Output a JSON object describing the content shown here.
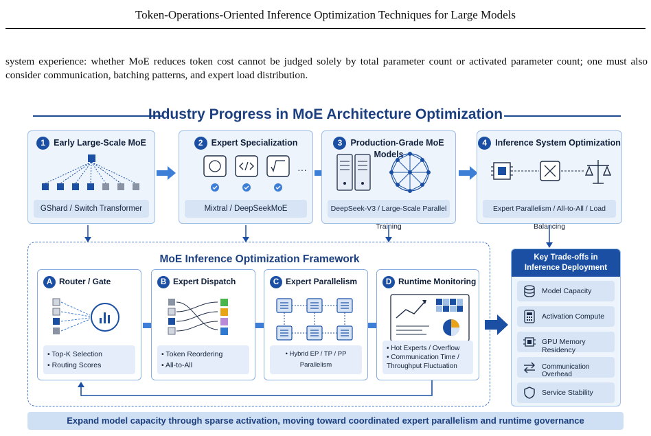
{
  "running_head": "Token-Operations-Oriented Inference Optimization Techniques for Large Models",
  "body_text": "system experience: whether MoE reduces token cost cannot be judged solely by total parameter count or activated parameter count; one must also consider communication, batching patterns, and expert load distribution.",
  "figure": {
    "title": "Industry Progress in MoE Architecture Optimization",
    "stages": [
      {
        "num": "1",
        "title": "Early Large-Scale MoE",
        "label": "GShard / Switch Transformer"
      },
      {
        "num": "2",
        "title": "Expert Specialization",
        "label": "Mixtral / DeepSeekMoE"
      },
      {
        "num": "3",
        "title": "Production-Grade MoE Models",
        "label": "DeepSeek-V3 / Large-Scale Parallel Training"
      },
      {
        "num": "4",
        "title": "Inference System Optimization",
        "label": "Expert Parallelism / All-to-All / Load Balancing"
      }
    ],
    "framework_title": "MoE Inference Optimization Framework",
    "cards": [
      {
        "letter": "A",
        "title": "Router / Gate",
        "notes": [
          "• Top-K Selection",
          "• Routing Scores"
        ]
      },
      {
        "letter": "B",
        "title": "Expert Dispatch",
        "notes": [
          "• Token Reordering",
          "• All-to-All"
        ]
      },
      {
        "letter": "C",
        "title": "Expert Parallelism",
        "notes": [
          "• Hybrid EP / TP / PP Parallelism"
        ]
      },
      {
        "letter": "D",
        "title": "Runtime Monitoring",
        "notes": [
          "• Hot Experts / Overflow",
          "• Communication Time / Throughput Fluctuation"
        ]
      }
    ],
    "tradeoffs": {
      "title_line1": "Key Trade-offs in",
      "title_line2": "Inference Deployment",
      "items": [
        "Model Capacity",
        "Activation Compute",
        "GPU Memory Residency",
        "Communication Overhead",
        "Service Stability"
      ]
    },
    "banner": "Expand model capacity through sparse activation, moving toward coordinated expert parallelism and runtime governance",
    "ellipsis": "···",
    "vertical_ellipsis": "⋮",
    "colors": {
      "primary": "#1a4fa3",
      "accent_light": "#eef4fc",
      "arrow": "#3d7fd6"
    }
  }
}
